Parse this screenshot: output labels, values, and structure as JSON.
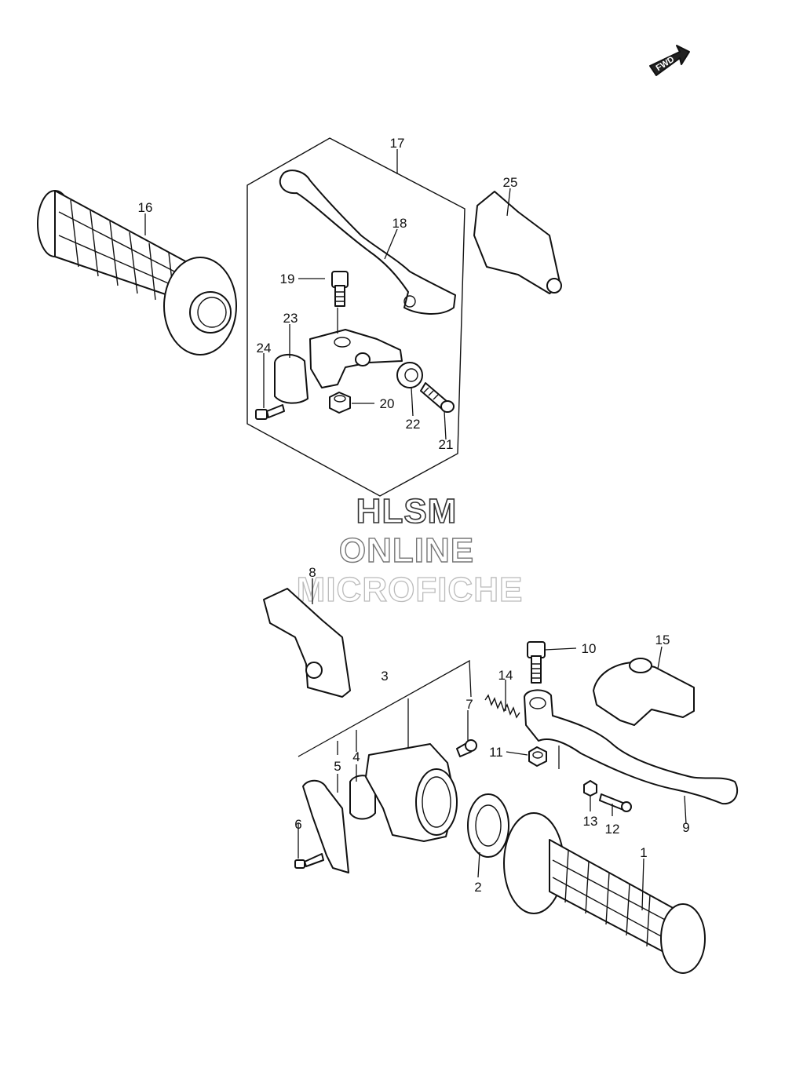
{
  "orientation_badge": "FWD",
  "watermark": [
    "HLSM",
    "ONLINE",
    "MICROFICHE"
  ],
  "part_labels": {
    "p1": "1",
    "p2": "2",
    "p3": "3",
    "p4": "4",
    "p5": "5",
    "p6": "6",
    "p7": "7",
    "p8": "8",
    "p9": "9",
    "p10": "10",
    "p11": "11",
    "p12": "12",
    "p13": "13",
    "p14": "14",
    "p15": "15",
    "p16": "16",
    "p17": "17",
    "p18": "18",
    "p19": "19",
    "p20": "20",
    "p21": "21",
    "p22": "22",
    "p23": "23",
    "p24": "24",
    "p25": "25"
  }
}
